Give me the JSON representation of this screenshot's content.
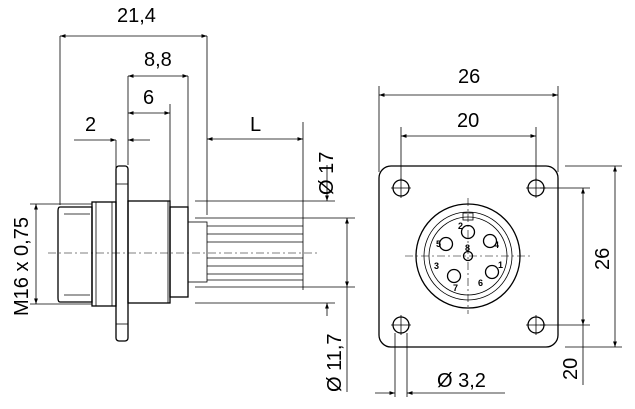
{
  "side_view": {
    "dim_overall": "21,4",
    "dim_flange": "8,8",
    "dim_body": "6",
    "dim_flange_thickness": "2",
    "dim_lead_length": "L",
    "dim_thread": "M16 x 0,75",
    "dim_diameter_17": "Ø 17",
    "dim_diameter_11_7": "Ø 11,7"
  },
  "front_view": {
    "dim_width": "26",
    "dim_hole_spacing_x": "20",
    "dim_height": "26",
    "dim_hole_spacing_y": "20",
    "dim_hole_diameter": "Ø 3,2",
    "pin_labels": [
      "1",
      "2",
      "3",
      "4",
      "5",
      "6",
      "7",
      "8"
    ]
  }
}
